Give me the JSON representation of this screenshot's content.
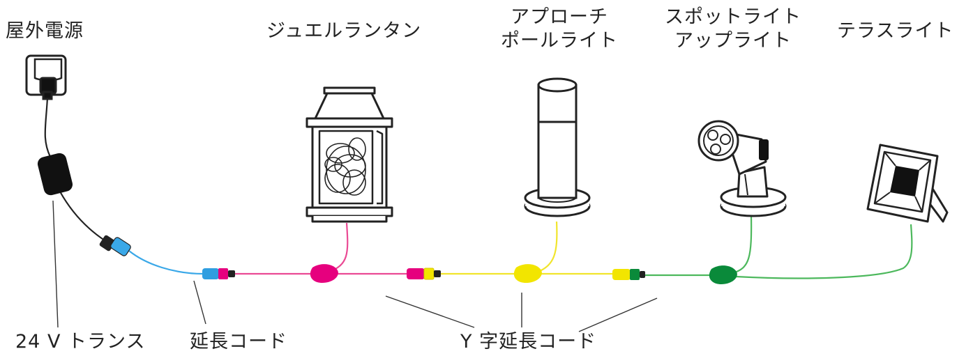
{
  "labels": {
    "outdoor_power": "屋外電源",
    "jewel_lantern": "ジュエルランタン",
    "approach_pole_line1": "アプローチ",
    "approach_pole_line2": "ポールライト",
    "spotlight_line1": "スポットライト",
    "spotlight_line2": "アップライト",
    "terrace_light": "テラスライト",
    "transformer": "24 V トランス",
    "extension_cord": "延長コード",
    "y_extension_cord": "Y 字延長コード"
  },
  "colors": {
    "blue_cord": "#3aa8e8",
    "pink_cord": "#ea4a94",
    "yellow_cord": "#f1e52c",
    "green_cord": "#4cb85c",
    "connector_blue": "#2f9ee0",
    "connector_magenta": "#e6007e",
    "connector_yellow": "#f2e500",
    "connector_green": "#0a8a3a",
    "outline": "#222222"
  },
  "icons": [
    "outlet-icon",
    "transformer-icon",
    "lantern-icon",
    "pole-light-icon",
    "spotlight-icon",
    "flood-light-icon"
  ]
}
